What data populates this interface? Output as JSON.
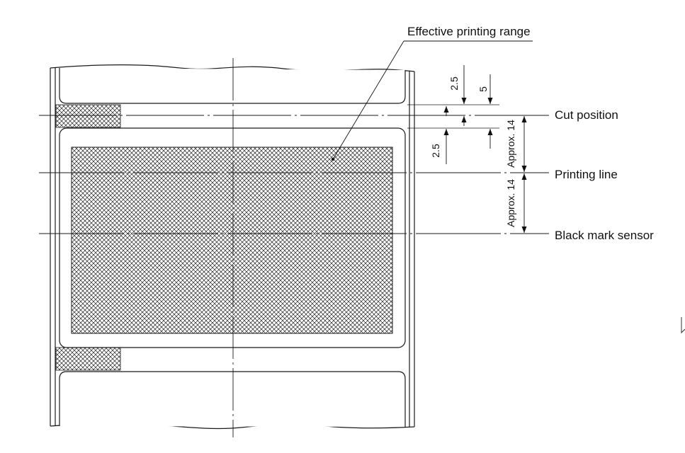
{
  "labels": {
    "effective_printing_range": "Effective printing range",
    "cut_position": "Cut position",
    "printing_line": "Printing line",
    "black_mark_sensor": "Black mark sensor"
  },
  "dimensions": {
    "gap_above_cut": "2.5",
    "gap_below_cut": "2.5",
    "black_mark_offset": "5",
    "cut_to_printing_line": "Approx. 14",
    "printing_line_to_sensor": "Approx. 14"
  },
  "colors": {
    "line": "#1a1a1a",
    "hatch": "#222222",
    "background": "#ffffff"
  }
}
